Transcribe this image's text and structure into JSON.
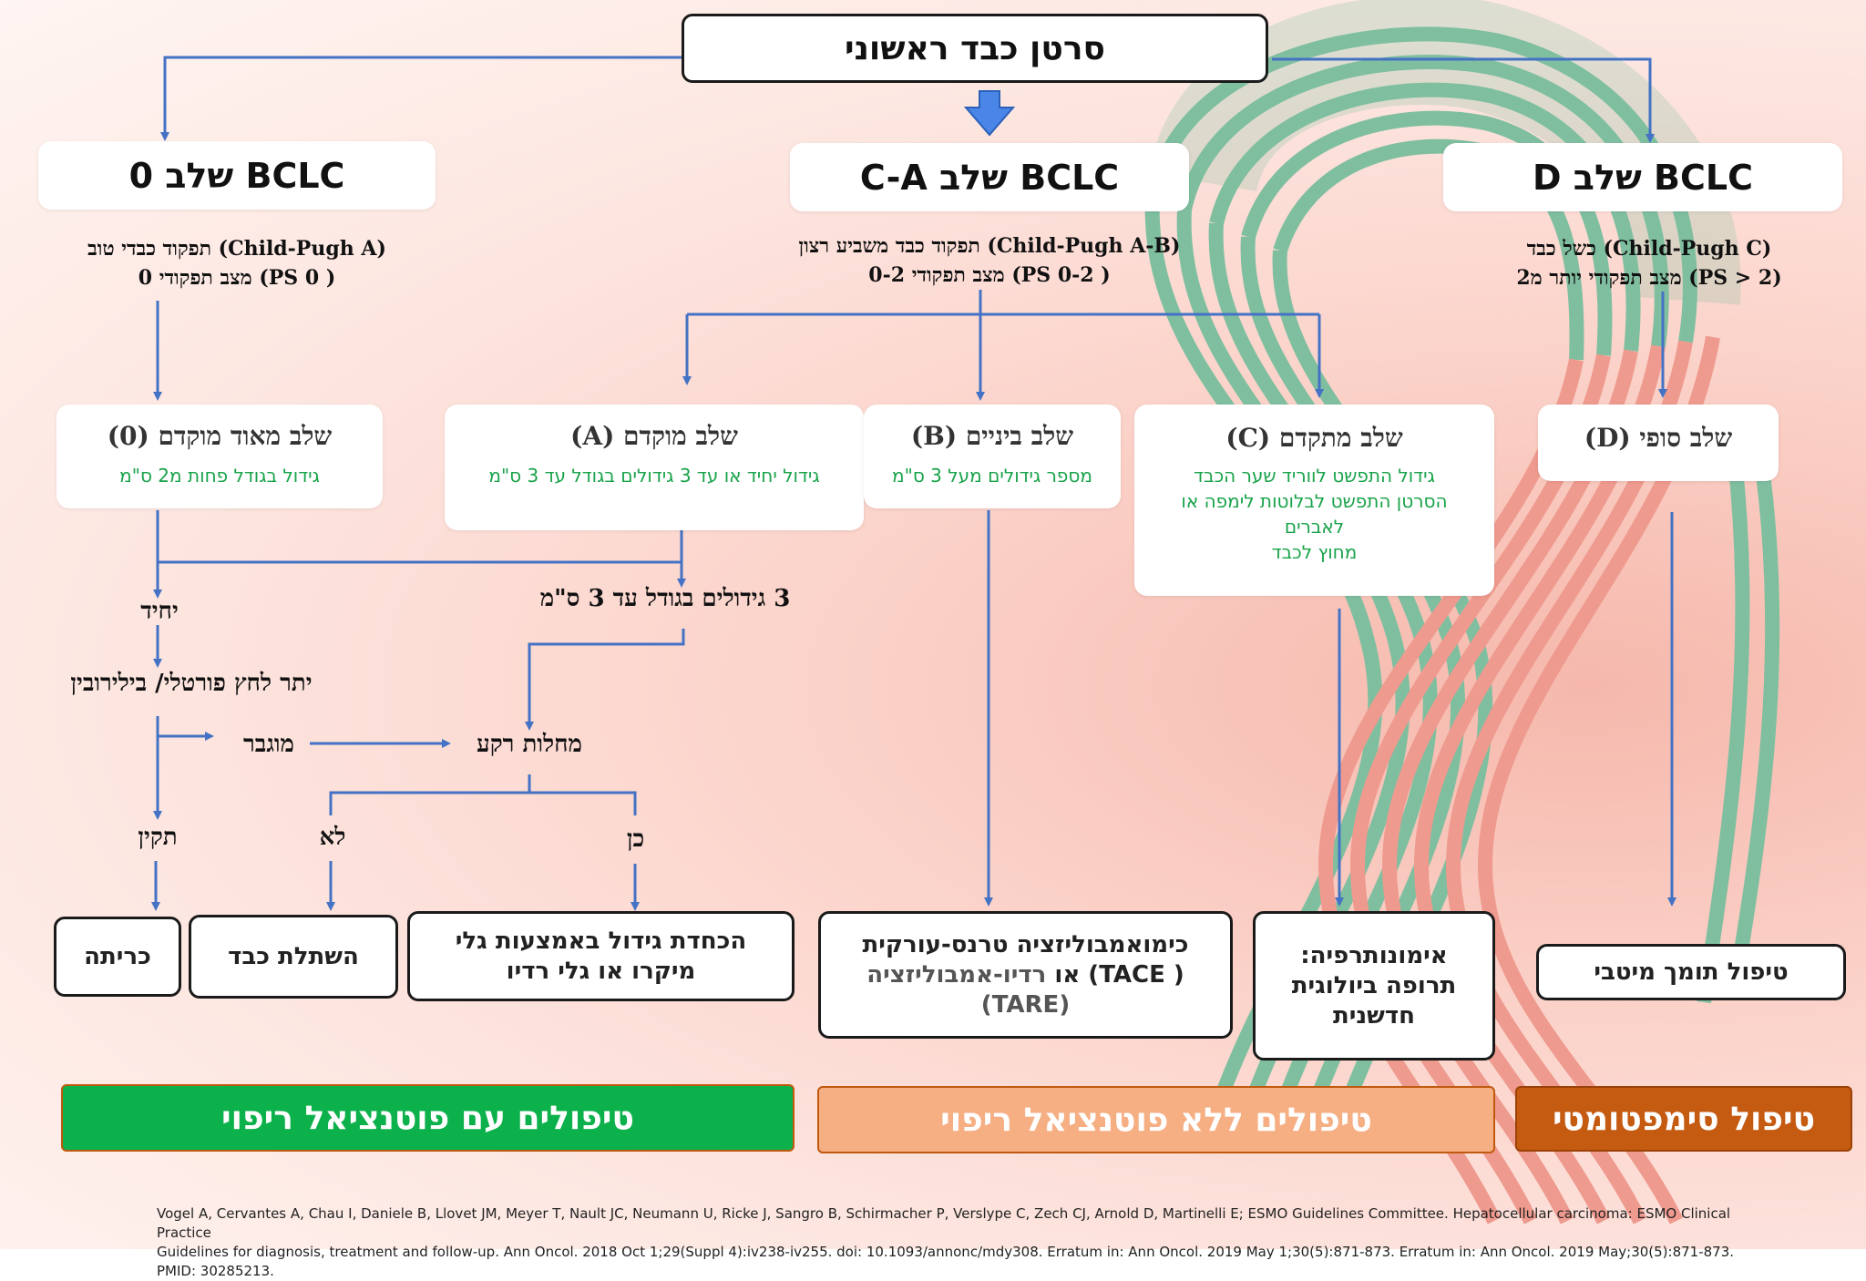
{
  "colors": {
    "arrow": "#4472c4",
    "green_text": "#19a34a",
    "ribbon_green": "#7fbfa0",
    "banner_green": "#0cb14b",
    "banner_peach": "#f6ae83",
    "banner_orange": "#c55a11"
  },
  "top": {
    "title": "סרטן כבד ראשוני"
  },
  "bclc": {
    "stage0": "BCLC שלב 0",
    "stageCA": "BCLC שלב C-A",
    "stageD": "BCLC שלב D"
  },
  "criteria": {
    "stage0_line1": "(Child-Pugh A) תפקוד כבדי טוב",
    "stage0_line2": "( 0 PS) מצב תפקודי 0",
    "stageCA_line1": "(Child-Pugh A-B) תפקוד כבד משביע רצון",
    "stageCA_line2": "( 0-2 PS) מצב תפקודי 0-2",
    "stageD_line1": "(Child-Pugh C) כשל כבד",
    "stageD_line2": "(2 < PS) מצב תפקודי יותר מ2"
  },
  "stages": {
    "very_early": {
      "title": "שלב מאוד מוקדם (0)",
      "sub": "גידול בגודל פחות מ2 ס\"מ"
    },
    "early": {
      "title": "שלב מוקדם (A)",
      "sub": "גידול יחיד או עד 3 גידולים בגודל עד 3 ס\"מ"
    },
    "intermediate": {
      "title": "שלב ביניים (B)",
      "sub": "מספר גידולים מעל 3 ס\"מ"
    },
    "advanced": {
      "title": "שלב  מתקדם (C)",
      "sub1": "גידול התפשט לווריד שער הכבד",
      "sub2": "הסרטן התפשט לבלוטות לימפה או",
      "sub3": "לאברים",
      "sub4": "מחוץ לכבד"
    },
    "terminal": {
      "title": "שלב סופי (D)"
    }
  },
  "flow": {
    "single": "יחיד",
    "three_tumors": "3 גידולים בגודל עד 3 ס\"מ",
    "portal": "יתר לחץ פורטלי/ בילירובין",
    "elevated": "מוגבר",
    "comorbid": "מחלות רקע",
    "normal": "תקין",
    "no": "לא",
    "yes": "כן"
  },
  "treatments": {
    "resection": "כריתה",
    "transplant": "השתלת כבד",
    "ablation1": "הכחדת גידול באמצעות גלי",
    "ablation2": "מיקרו או גלי רדיו",
    "tace1": "כימואמבוליזציה טרנס-עורקית",
    "tace2a": "( TACE) או",
    "tace2b": "רדיו-אמבוליזציה",
    "tace3": "(TARE)",
    "immuno1": "אימונותרפיה:",
    "immuno2": "תרופה ביולוגית",
    "immuno3": "חדשנית",
    "supportive": "טיפול תומך מיטבי"
  },
  "banners": {
    "curative": "טיפולים עם פוטנציאל ריפוי",
    "noncurative": "טיפולים ללא פוטנציאל ריפוי",
    "symptomatic": "טיפול סימפטומטי"
  },
  "reference": {
    "line1": "Vogel A, Cervantes A, Chau I, Daniele B, Llovet JM, Meyer T, Nault JC, Neumann U, Ricke J, Sangro B, Schirmacher P, Verslype C, Zech CJ, Arnold D, Martinelli E; ESMO Guidelines Committee. Hepatocellular carcinoma: ESMO Clinical Practice",
    "line2": "Guidelines for diagnosis, treatment and follow-up. Ann Oncol. 2018 Oct 1;29(Suppl 4):iv238-iv255. doi: 10.1093/annonc/mdy308. Erratum in: Ann Oncol. 2019 May 1;30(5):871-873. Erratum in: Ann Oncol. 2019 May;30(5):871-873. PMID: 30285213."
  }
}
